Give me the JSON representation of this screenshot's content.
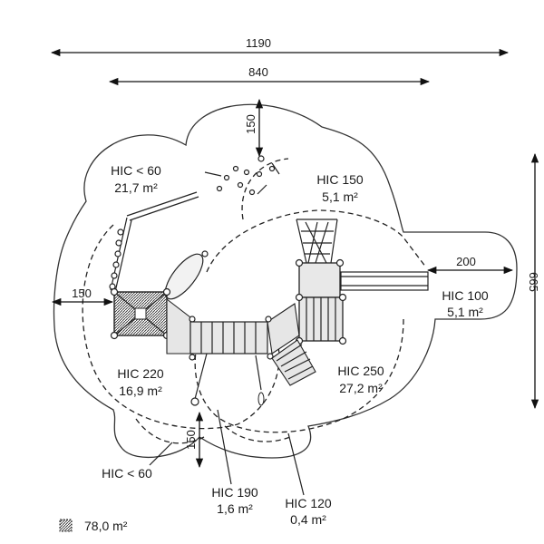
{
  "dimensions": {
    "total_width": "1190",
    "inner_width": "840",
    "total_depth": "665",
    "left_clearance": "150",
    "top_clearance": "150",
    "bottom_clearance": "150",
    "slide_clearance": "200"
  },
  "zones": {
    "hic60_top": {
      "title": "HIC < 60",
      "area": "21,7 m²"
    },
    "hic150": {
      "title": "HIC 150",
      "area": "5,1 m²"
    },
    "hic100": {
      "title": "HIC 100",
      "area": "5,1 m²"
    },
    "hic220": {
      "title": "HIC 220",
      "area": "16,9 m²"
    },
    "hic250": {
      "title": "HIC 250",
      "area": "27,2 m²"
    },
    "hic60_bottom": {
      "title": "HIC < 60"
    },
    "hic190": {
      "title": "HIC 190",
      "area": "1,6 m²"
    },
    "hic120": {
      "title": "HIC 120",
      "area": "0,4 m²"
    }
  },
  "legend": {
    "icon": "hatched-square-icon",
    "total_area": "78,0 m²"
  }
}
